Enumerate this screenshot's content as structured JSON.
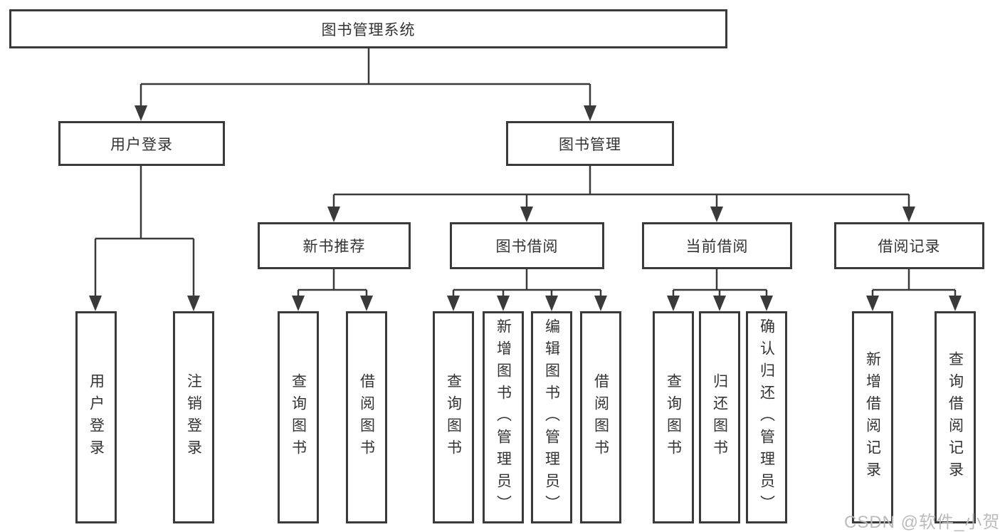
{
  "root": {
    "label": "图书管理系统"
  },
  "level2": {
    "user_login": {
      "label": "用户登录"
    },
    "book_management": {
      "label": "图书管理"
    }
  },
  "level3": {
    "new_book_recommend": {
      "label": "新书推荐"
    },
    "book_borrowing": {
      "label": "图书借阅"
    },
    "current_borrowing": {
      "label": "当前借阅"
    },
    "borrowing_records": {
      "label": "借阅记录"
    }
  },
  "leaves": {
    "user_login_login": {
      "label": "用户登录"
    },
    "user_login_logout": {
      "label": "注销登录"
    },
    "recommend_query_books": {
      "label": "查询图书"
    },
    "recommend_borrow_books": {
      "label": "借阅图书"
    },
    "borrowing_query_books": {
      "label": "查询图书"
    },
    "borrowing_add_books": {
      "label": "新增图书（管理员）"
    },
    "borrowing_edit_books": {
      "label": "编辑图书（管理员）"
    },
    "borrowing_borrow_books": {
      "label": "借阅图书"
    },
    "current_query_books": {
      "label": "查询图书"
    },
    "current_return_books": {
      "label": "归还图书"
    },
    "current_confirm_return": {
      "label": "确认归还（管理员）"
    },
    "records_add_record": {
      "label": "新增借阅记录"
    },
    "records_query_record": {
      "label": "查询借阅记录"
    }
  },
  "watermark": {
    "text": "CSDN @软件_小贺同学"
  }
}
